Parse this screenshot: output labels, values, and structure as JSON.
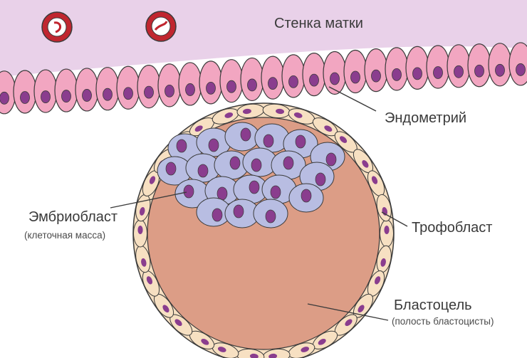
{
  "labels": {
    "uterine_wall": "Стенка матки",
    "endometrium": "Эндометрий",
    "embryoblast": "Эмбриобласт",
    "embryoblast_note": "(клеточная масса)",
    "trophoblast": "Трофобласт",
    "blastocoel": "Бластоцель",
    "blastocoel_note": "(полость бластоцисты)"
  },
  "colors": {
    "uterine_wall": "#e9d1e9",
    "endometrium_cell": "#f2a6c1",
    "nucleus": "#8a3d8e",
    "trophoblast_cell": "#f7e0c2",
    "embryoblast_cell": "#b8bde2",
    "blastocoel": "#dc9d86",
    "vessel": "#c0262f",
    "outline": "#3b3b3b"
  },
  "icons": [
    "blood-vessel-icon"
  ]
}
